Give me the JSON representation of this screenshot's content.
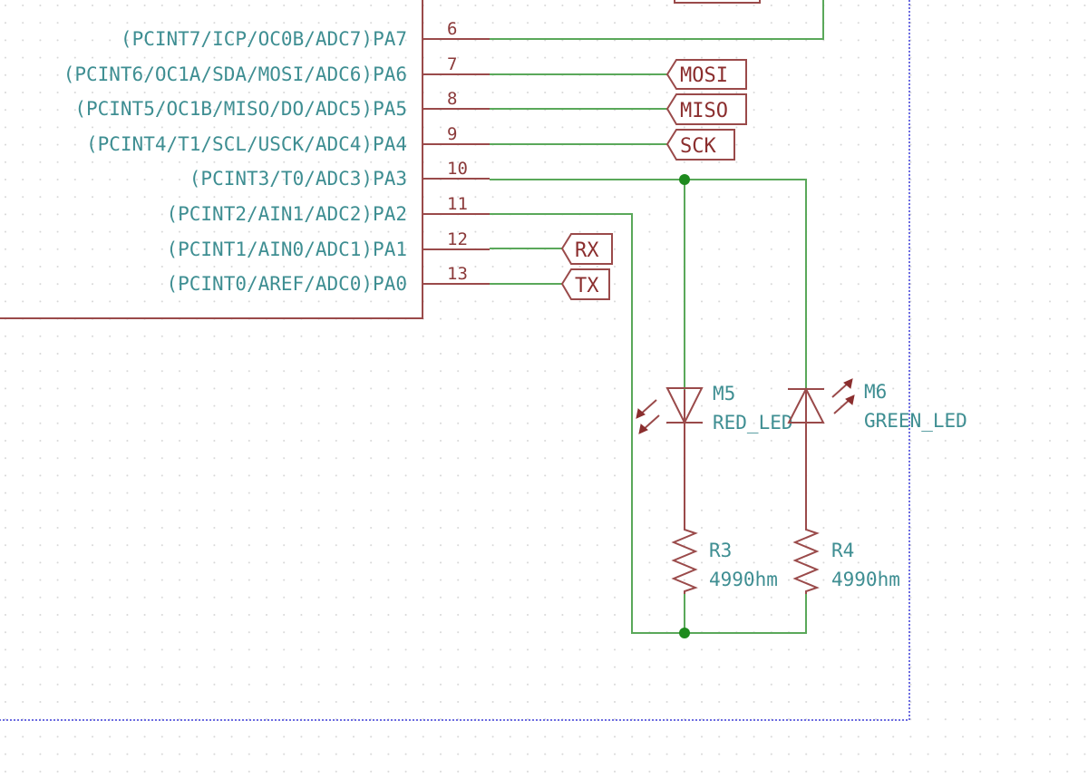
{
  "schematic": {
    "colors": {
      "wire": "#5aa85a",
      "component": "#9a4a4a",
      "pin_text": "#3e8e92",
      "label_text": "#8b2e2e",
      "junction": "#1e8a1e",
      "sheet_border": "#6c6ce0",
      "grid_dot": "#d6d6d6"
    },
    "ic_pins": [
      {
        "name": "(PCINT7/ICP/OC0B/ADC7)PA7",
        "number": "6"
      },
      {
        "name": "(PCINT6/OC1A/SDA/MOSI/ADC6)PA6",
        "number": "7"
      },
      {
        "name": "(PCINT5/OC1B/MISO/DO/ADC5)PA5",
        "number": "8"
      },
      {
        "name": "(PCINT4/T1/SCL/USCK/ADC4)PA4",
        "number": "9"
      },
      {
        "name": "(PCINT3/T0/ADC3)PA3",
        "number": "10"
      },
      {
        "name": "(PCINT2/AIN1/ADC2)PA2",
        "number": "11"
      },
      {
        "name": "(PCINT1/AIN0/ADC1)PA1",
        "number": "12"
      },
      {
        "name": "(PCINT0/AREF/ADC0)PA0",
        "number": "13"
      }
    ],
    "net_labels": [
      {
        "text": "MOSI"
      },
      {
        "text": "MISO"
      },
      {
        "text": "SCK"
      },
      {
        "text": "RX"
      },
      {
        "text": "TX"
      }
    ],
    "leds": [
      {
        "ref": "M5",
        "value": "RED_LED"
      },
      {
        "ref": "M6",
        "value": "GREEN_LED"
      }
    ],
    "resistors": [
      {
        "ref": "R3",
        "value": "4990hm"
      },
      {
        "ref": "R4",
        "value": "4990hm"
      }
    ]
  }
}
